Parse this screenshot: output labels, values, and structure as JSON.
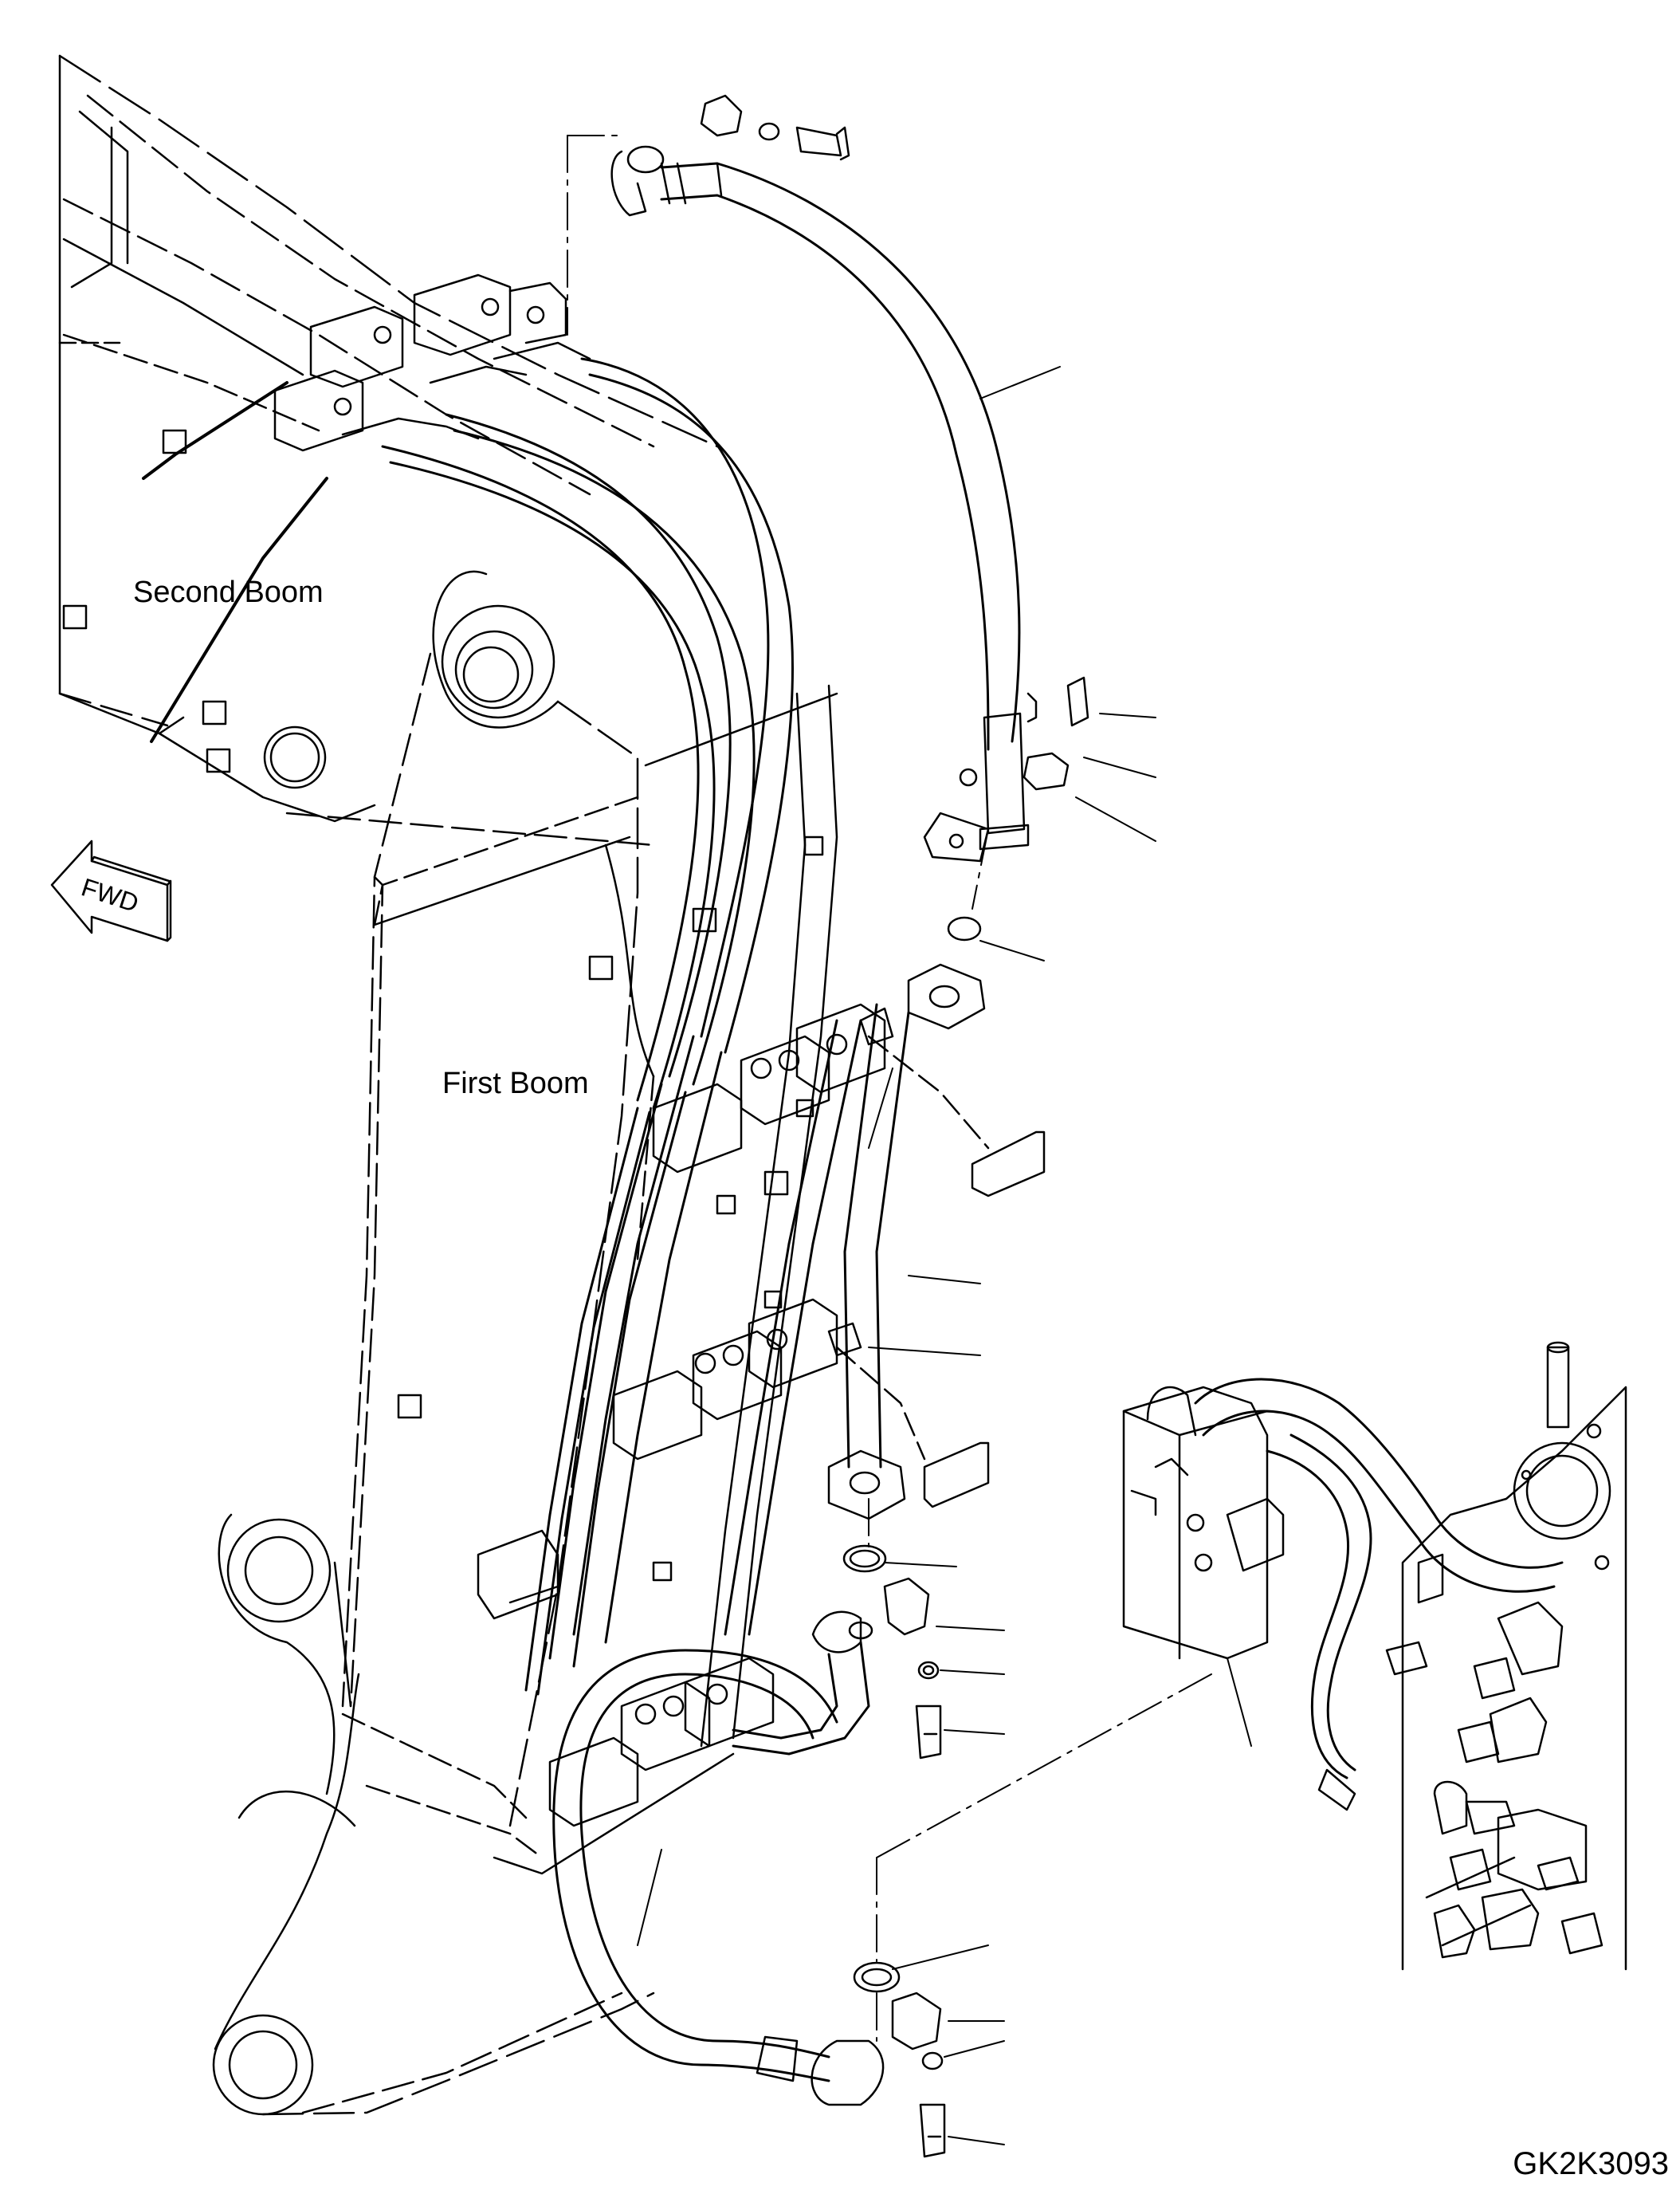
{
  "labels": {
    "second_boom": "Second Boom",
    "first_boom": "First Boom",
    "fwd": "FWD",
    "drawing_code": "GK2K3093"
  },
  "icons": {
    "fwd_arrow": "fwd-arrow-icon"
  },
  "colors": {
    "line": "#000000",
    "background": "#ffffff"
  }
}
